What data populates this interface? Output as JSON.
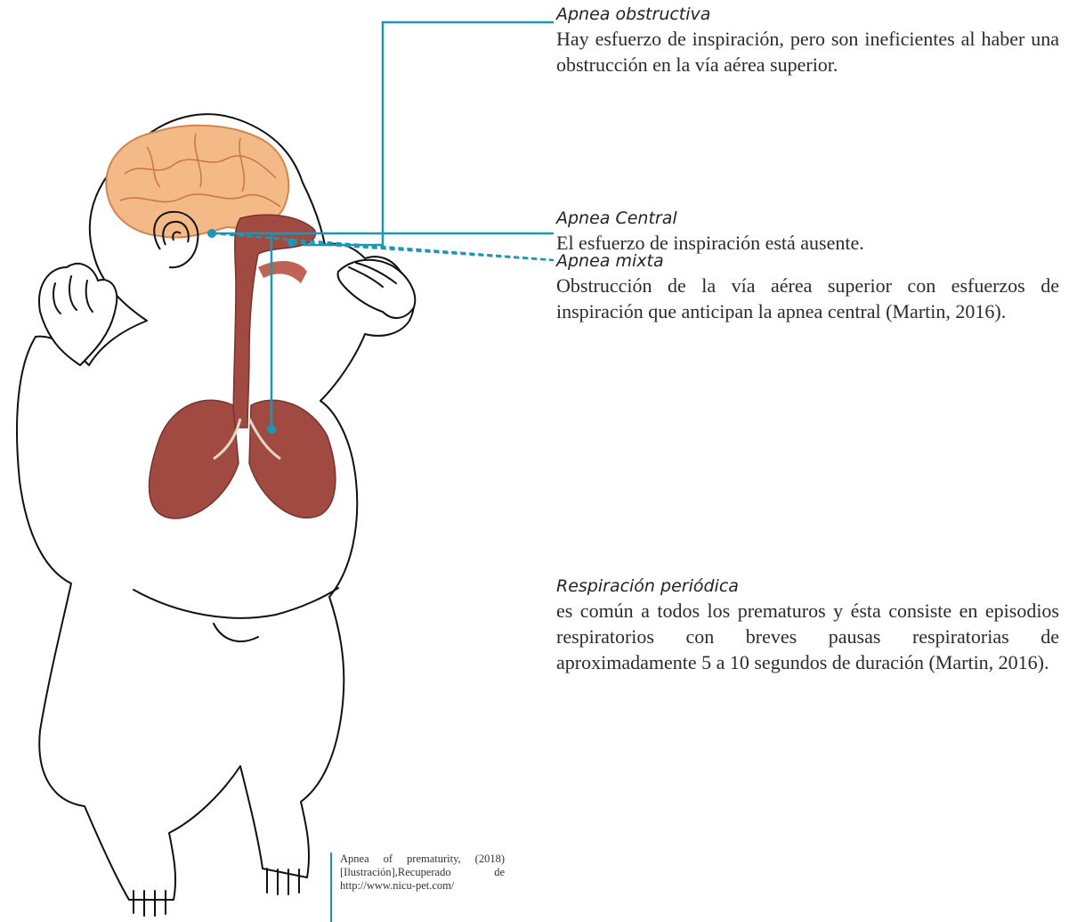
{
  "colors": {
    "accent": "#1a97b4",
    "brain": "#f3b987",
    "organ": "#a14a42",
    "outline": "#111111"
  },
  "labels": [
    {
      "id": "obstructiva",
      "title": "Apnea obstructiva",
      "text": "Hay esfuerzo de inspiración, pero son ineficientes al haber una obstrucción en la vía aérea superior."
    },
    {
      "id": "central",
      "title": "Apnea Central",
      "text": "El esfuerzo de inspiración está ausente."
    },
    {
      "id": "mixta",
      "title": "Apnea mixta",
      "text": "Obstrucción de la vía aérea superior con esfuerzos de inspiración que anticipan la apnea central (Martin, 2016)."
    },
    {
      "id": "periodica",
      "title": "Respiración periódica",
      "text": "es común a todos los prematuros y ésta consiste en episodios respiratorios con breves pausas respiratorias de aproximadamente 5 a 10 segundos de duración (Martin, 2016)."
    }
  ],
  "caption": "Apnea of prematurity, (2018) [Ilustración],Recuperado de http://www.nicu-pet.com/"
}
